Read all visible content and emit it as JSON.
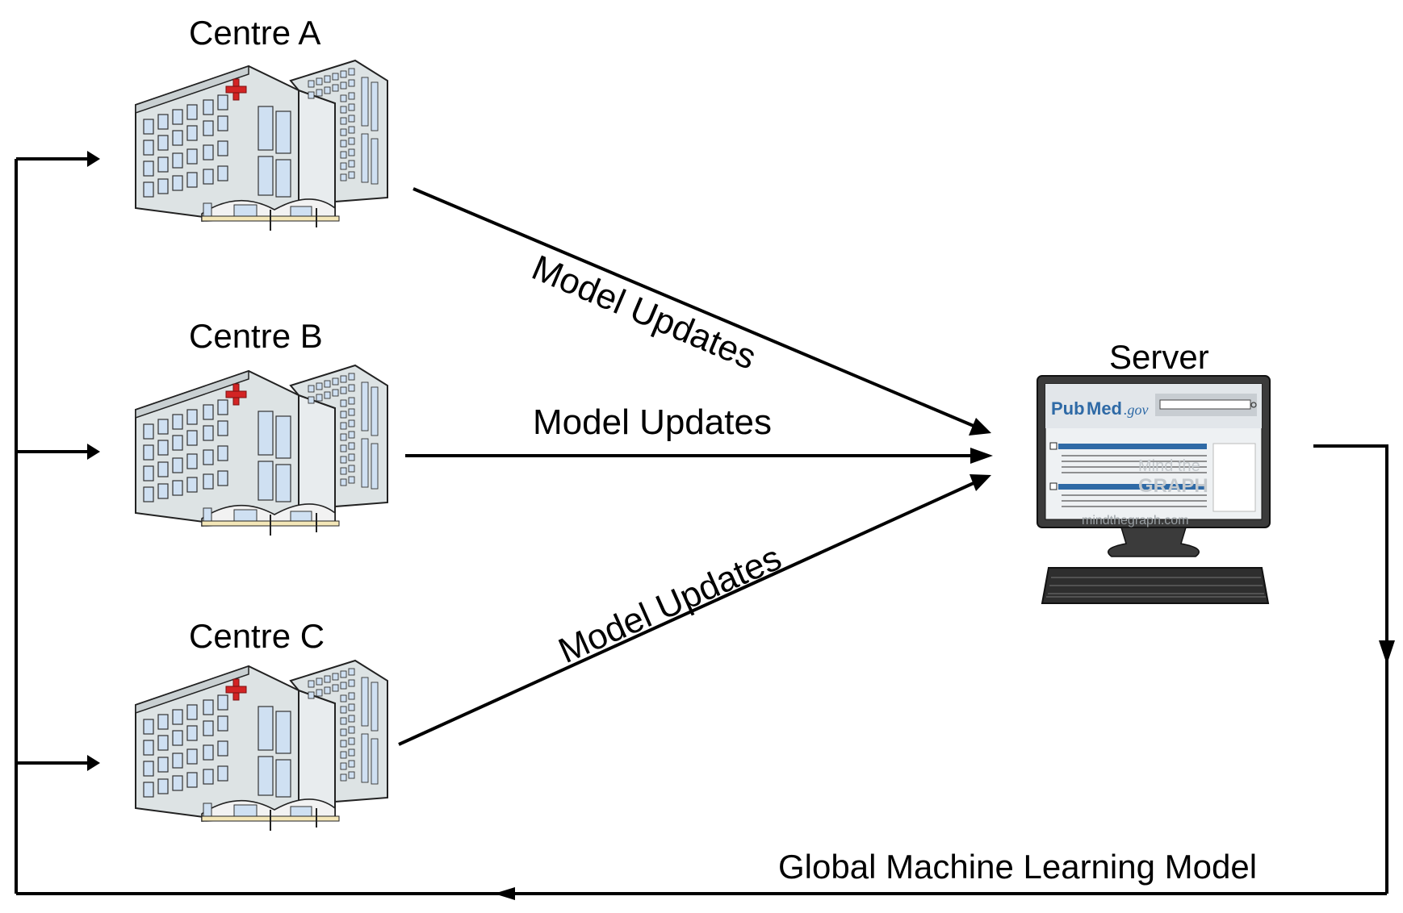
{
  "centres": [
    {
      "label": "Centre A"
    },
    {
      "label": "Centre B"
    },
    {
      "label": "Centre C"
    }
  ],
  "server": {
    "label": "Server",
    "screen_logo_pub": "Pub",
    "screen_logo_med": "Med",
    "screen_logo_gov": ".gov",
    "watermark_line1": "Mind the",
    "watermark_line2": "GRAPH",
    "watermark_url": "mindthegraph.com"
  },
  "edges": {
    "a_to_server": "Model Updates",
    "b_to_server": "Model Updates",
    "c_to_server": "Model Updates",
    "server_to_centres": "Global Machine Learning Model"
  },
  "colors": {
    "building_wall": "#dde3e4",
    "building_window": "#cfe0f2",
    "red_cross": "#d32424",
    "pubmed_blue": "#2f6aa6",
    "monitor": "#3b3b3b"
  }
}
